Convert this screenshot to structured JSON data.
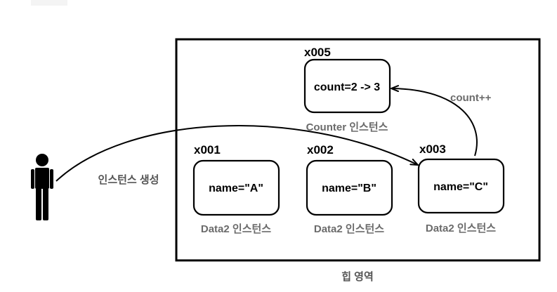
{
  "heap": {
    "label": "힙 영역"
  },
  "actor": {
    "label": "인스턴스 생성",
    "icon": "person-icon"
  },
  "counter": {
    "address": "x005",
    "content": "count=2 -> 3",
    "caption": "Counter 인스턴스"
  },
  "instances": [
    {
      "address": "x001",
      "content": "name=\"A\"",
      "caption": "Data2 인스턴스"
    },
    {
      "address": "x002",
      "content": "name=\"B\"",
      "caption": "Data2 인스턴스"
    },
    {
      "address": "x003",
      "content": "name=\"C\"",
      "caption": "Data2 인스턴스"
    }
  ],
  "increment_label": "count++",
  "colors": {
    "stroke": "#000000",
    "text": "#000000",
    "caption": "#6b6b6b",
    "label": "#555555"
  }
}
